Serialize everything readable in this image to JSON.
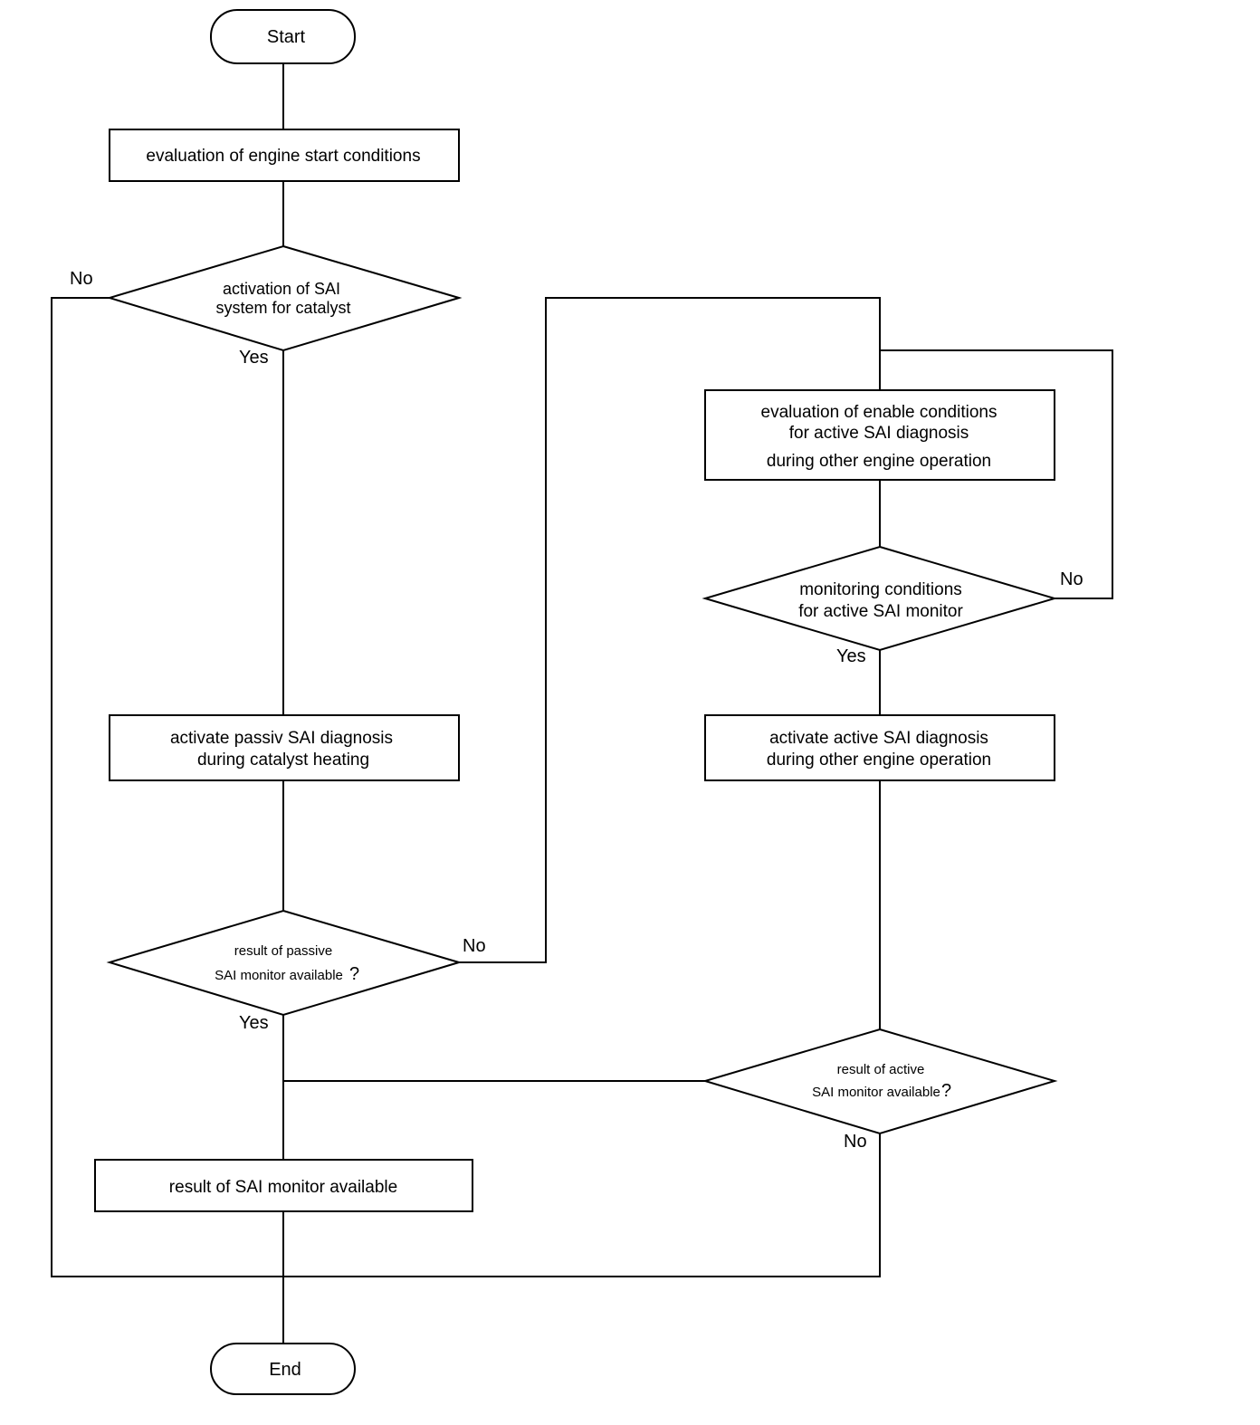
{
  "colors": {
    "stroke": "#000000",
    "background": "#ffffff"
  },
  "terminals": {
    "start": "Start",
    "end": "End"
  },
  "processes": {
    "engine_start": "evaluation of engine start conditions",
    "enable_conditions": {
      "line1": "evaluation of enable conditions",
      "line2": "for active SAI diagnosis",
      "line3": "during other engine operation"
    },
    "passive_diag": {
      "line1": "activate passiv SAI diagnosis",
      "line2": "during catalyst heating"
    },
    "active_diag": {
      "line1": "activate active SAI diagnosis",
      "line2": "during other engine operation"
    },
    "result_available": "result of SAI monitor available"
  },
  "decisions": {
    "sai_activation": {
      "line1": "activation of SAI",
      "line2": "system for catalyst"
    },
    "monitoring_conditions": {
      "line1": "monitoring conditions",
      "line2": "for active SAI monitor"
    },
    "passive_result": {
      "line1": "result of passive",
      "line2": "SAI monitor available",
      "mark": "?"
    },
    "active_result": {
      "line1": "result of active",
      "line2": "SAI monitor available",
      "mark": "?"
    }
  },
  "labels": {
    "yes": "Yes",
    "no": "No"
  }
}
